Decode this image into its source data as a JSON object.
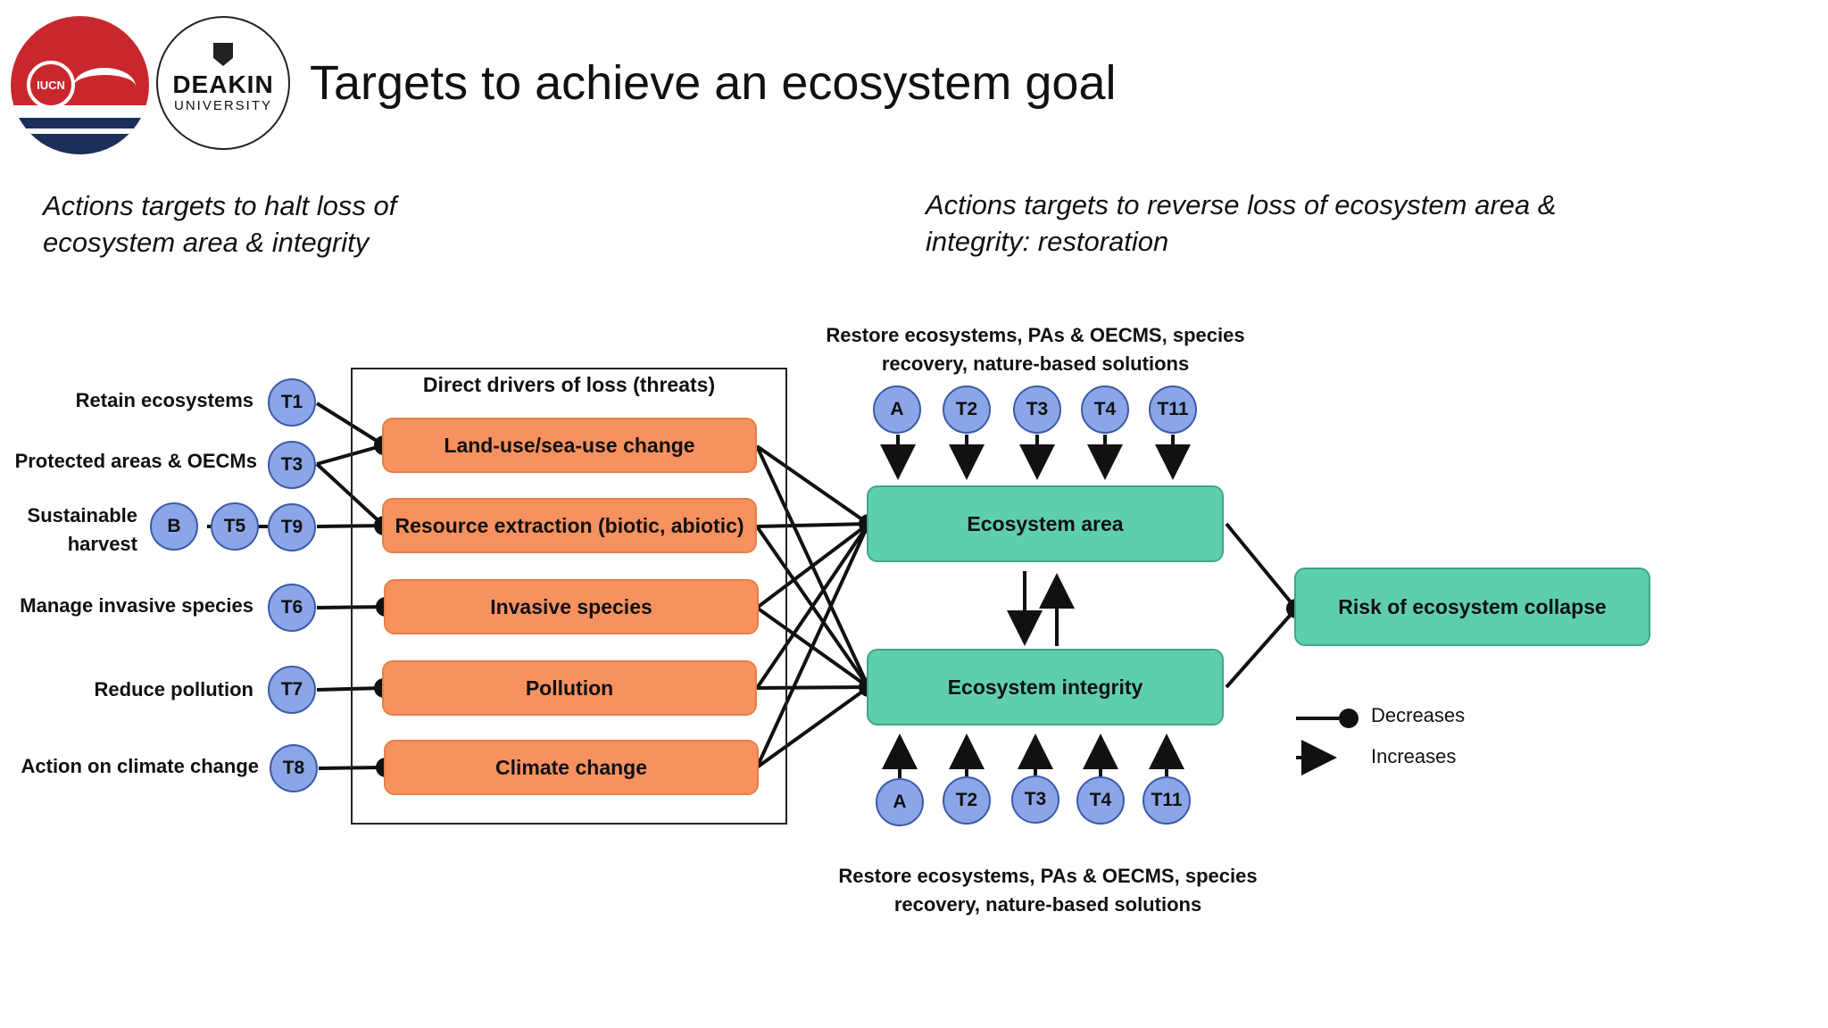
{
  "header": {
    "title": "Targets to achieve an ecosystem goal",
    "iucn_logo_text": "IUCN",
    "deakin_logo_line1": "DEAKIN",
    "deakin_logo_line2": "UNIVERSITY"
  },
  "subtitles": {
    "left_line1": "Actions targets to halt loss of",
    "left_line2": "ecosystem area & integrity",
    "right_line1": "Actions targets to reverse loss of ecosystem area &",
    "right_line2": "integrity: restoration"
  },
  "actions": {
    "retain": "Retain ecosystems",
    "protected": "Protected areas & OECMs",
    "sustainable_line1": "Sustainable",
    "sustainable_line2": "harvest",
    "invasive": "Manage invasive species",
    "pollution": "Reduce pollution",
    "climate": "Action on climate change"
  },
  "targets_left": {
    "t1": "T1",
    "t3": "T3",
    "b": "B",
    "t5": "T5",
    "t9": "T9",
    "t6": "T6",
    "t7": "T7",
    "t8": "T8"
  },
  "drivers": {
    "frame_title": "Direct drivers of loss (threats)",
    "items": [
      "Land-use/sea-use change",
      "Resource extraction (biotic, abiotic)",
      "Invasive species",
      "Pollution",
      "Climate change"
    ]
  },
  "ecosystem": {
    "area": "Ecosystem area",
    "integrity": "Ecosystem integrity",
    "risk": "Risk of ecosystem collapse"
  },
  "restore_top": {
    "line1": "Restore ecosystems, PAs & OECMS, species",
    "line2": "recovery, nature-based solutions",
    "targets": [
      "A",
      "T2",
      "T3",
      "T4",
      "T11"
    ]
  },
  "restore_bottom": {
    "line1": "Restore ecosystems, PAs & OECMS, species",
    "line2": "recovery, nature-based solutions",
    "targets": [
      "A",
      "T2",
      "T3",
      "T4",
      "T11"
    ]
  },
  "legend": {
    "decreases": "Decreases",
    "increases": "Increases"
  },
  "colors": {
    "driver_fill": "#f79160",
    "ecosystem_fill": "#5ecfae",
    "target_fill": "#8aa6e8",
    "iucn_red": "#c8282d",
    "iucn_navy": "#1b2f5a"
  }
}
